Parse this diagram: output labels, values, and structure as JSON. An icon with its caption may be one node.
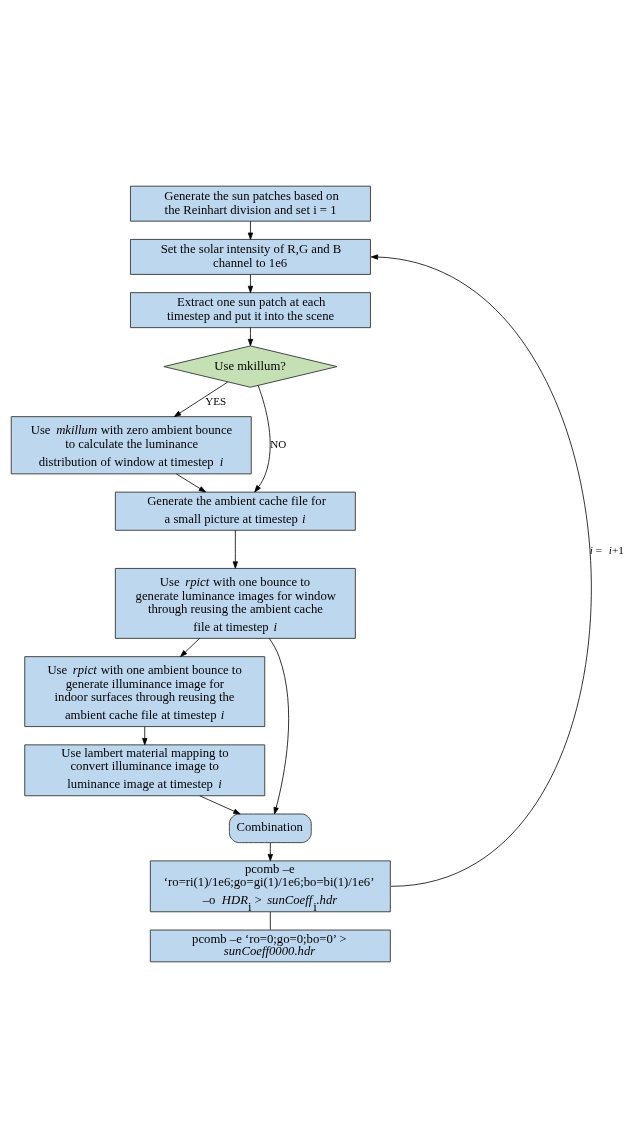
{
  "diagram": {
    "nodes": [
      {
        "text": [
          "Generate the sun patches based on the Reinhart division and set i = 1"
        ]
      },
      {
        "text": [
          "Set the solar intensity of R,G and B channel to 1e6"
        ]
      },
      {
        "text": [
          "Extract one sun patch at each timestep and put it into the scene"
        ]
      },
      {
        "text": [
          "Use mkillum?"
        ]
      },
      {
        "text": [
          "Use *mkillum* with zero ambient bounce to  calculate the luminance distribution of  window at timestep *i*"
        ]
      },
      {
        "text": [
          "Generate the ambient cache file for a small picture at timestep *i*"
        ]
      },
      {
        "text": [
          "Use *rpict* with one bounce to generate luminance images for window through reusing the ambient cache file at timestep *i*"
        ]
      },
      {
        "text": [
          "Use *rpict* with one ambient bounce to generate illuminance image for indoor surfaces through reusing the ambient cache file at timestep *i*"
        ]
      },
      {
        "text": [
          "Use lambert material mapping to convert illuminance image to luminance image at timestep *i*"
        ]
      },
      {
        "text": [
          "Combination"
        ]
      },
      {
        "text": [
          "pcomb –e ‘ro=ri(1)/1e6;go=gi(1)/1e6;bo=bi(1)/1e6’ –o *HDR*$_{i}$ > *sunCoeff*$_{i}$*.hdr*"
        ]
      },
      {
        "text": [
          "pcomb –e ‘ro=0;go=0;bo=0’ > *sunCoeff0000.hdr*"
        ]
      }
    ],
    "edges": [
      {
        "from": 0,
        "to": 1,
        "arrow": "to"
      },
      {
        "from": 1,
        "to": 2,
        "arrow": "to"
      },
      {
        "from": 2,
        "to": 3,
        "arrow": "to"
      },
      {
        "from": 3,
        "to": 4,
        "arrow": "to",
        "label": "YES"
      },
      {
        "from": 3,
        "to": 5,
        "arrow": "to",
        "label": "NO"
      },
      {
        "from": 4,
        "to": 5,
        "arrow": "to"
      },
      {
        "from": 5,
        "to": 6,
        "arrow": "to"
      },
      {
        "from": 6,
        "to": 7,
        "arrow": "to"
      },
      {
        "from": 7,
        "to": 8,
        "arrow": "to"
      },
      {
        "from": 6,
        "to": 9,
        "arrow": "to"
      },
      {
        "from": 8,
        "to": 9,
        "arrow": "to"
      },
      {
        "from": 9,
        "to": 10,
        "arrow": "to"
      },
      {
        "from": 10,
        "to": 1,
        "arrow": "to",
        "label": "*i* = *i*+1"
      },
      {
        "from": 10,
        "to": 11,
        "arrow": "none"
      }
    ]
  }
}
